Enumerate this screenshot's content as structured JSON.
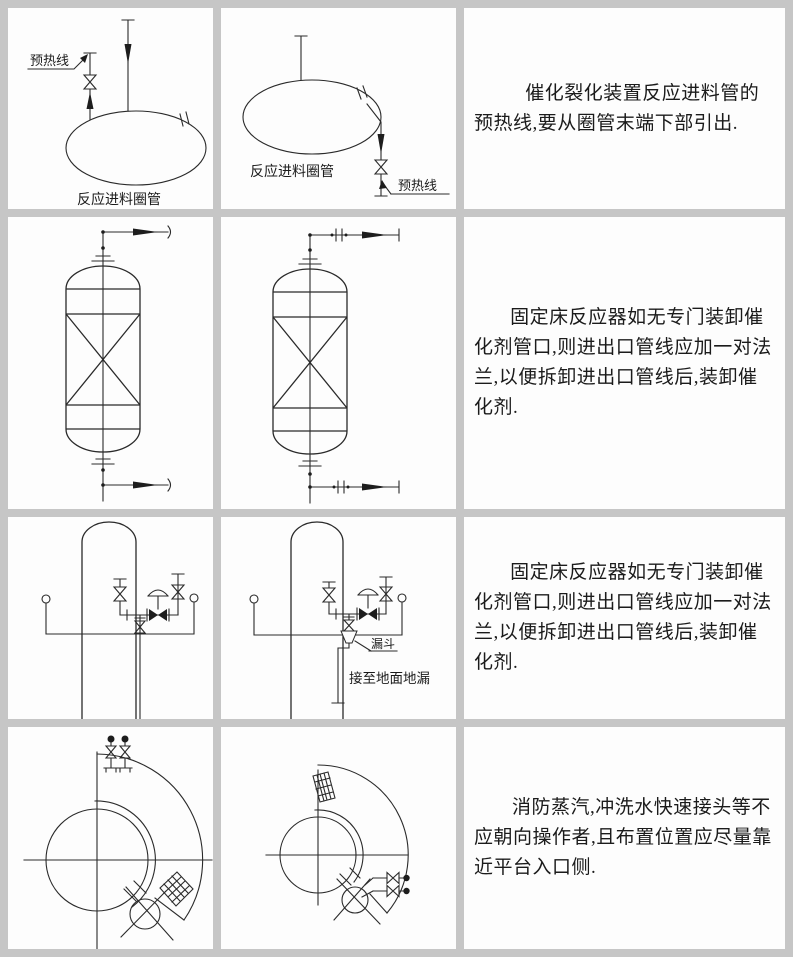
{
  "colors": {
    "canvas": "#c6c6c6",
    "cell": "#fdfdfd",
    "ink": "#2a2a2a"
  },
  "rows": [
    {
      "note": "催化裂化装置反应进料管的预热线,要从圈管末端下部引出.",
      "left": {
        "preheat_label": "预热线",
        "ring_label": "反应进料圈管"
      },
      "right": {
        "preheat_label": "预热线",
        "ring_label": "反应进料圈管"
      }
    },
    {
      "note": "固定床反应器如无专门装卸催化剂管口,则进出口管线应加一对法兰,以便拆卸进出口管线后,装卸催化剂."
    },
    {
      "note": "固定床反应器如无专门装卸催化剂管口,则进出口管线应加一对法兰,以便拆卸进出口管线后,装卸催化剂.",
      "right": {
        "funnel_label": "漏斗",
        "drain_label": "接至地面地漏"
      }
    },
    {
      "note": "消防蒸汽,冲洗水快速接头等不应朝向操作者,且布置位置应尽量靠近平台入口侧."
    }
  ]
}
